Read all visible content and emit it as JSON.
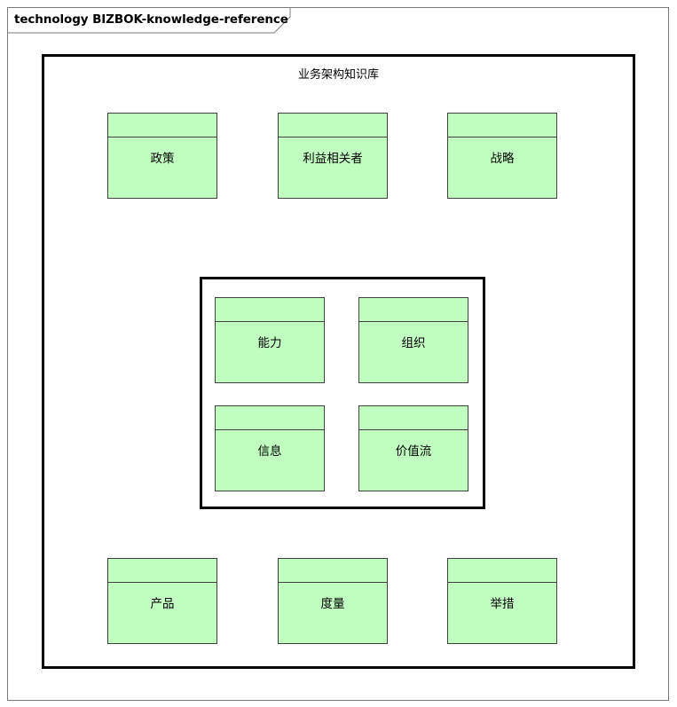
{
  "diagram": {
    "title": "technology BIZBOK-knowledge-reference",
    "container_label": "业务架构知识库",
    "top_packages": [
      "政策",
      "利益相关者",
      "战略"
    ],
    "core_packages": [
      "能力",
      "组织",
      "信息",
      "价值流"
    ],
    "bottom_packages": [
      "产品",
      "度量",
      "举措"
    ],
    "package_fill": "#c0ffc0",
    "package_border": "#404040",
    "frame_border": "#7a7a7a"
  }
}
